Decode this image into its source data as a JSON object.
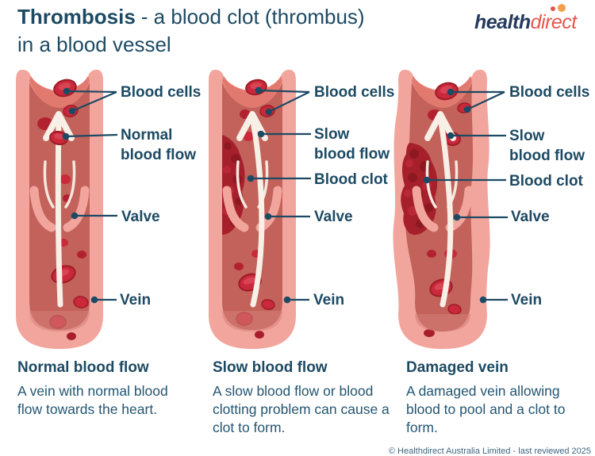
{
  "header": {
    "title_bold": "Thrombosis",
    "title_rest": "- a blood clot (thrombus)",
    "title_line2": "in a blood vessel",
    "logo_health": "health",
    "logo_direct": "direct"
  },
  "colors": {
    "text": "#1d4a63",
    "vein_outer_wall": "#F2A59D",
    "vein_inner_wall": "#E2796E",
    "vein_lumen": "#C2625A",
    "blood_cell": "#C9293A",
    "blood_clot": "#A6202C",
    "flow_arrow": "#F8EFE6",
    "logo_navy": "#24395B",
    "logo_red": "#E4574D",
    "logo_orange": "#F2A04C"
  },
  "diagrams": [
    {
      "labels": {
        "blood_cells": "Blood cells",
        "flow_1": "Normal",
        "flow_2": "blood flow",
        "valve": "Valve",
        "vein": "Vein"
      },
      "caption": {
        "title": "Normal blood flow",
        "body": "A vein with normal blood flow towards the heart."
      }
    },
    {
      "labels": {
        "blood_cells": "Blood cells",
        "flow_1": "Slow",
        "flow_2": "blood flow",
        "clot": "Blood clot",
        "valve": "Valve",
        "vein": "Vein"
      },
      "caption": {
        "title": "Slow blood flow",
        "body": "A slow blood flow or blood clotting problem can cause a clot to form."
      }
    },
    {
      "labels": {
        "blood_cells": "Blood cells",
        "flow_1": "Slow",
        "flow_2": "blood flow",
        "clot": "Blood clot",
        "valve": "Valve",
        "vein": "Vein"
      },
      "caption": {
        "title": "Damaged vein",
        "body": "A damaged vein allowing blood to pool and a clot to form."
      }
    }
  ],
  "footer": {
    "copyright": "© Healthdirect Australia Limited - last reviewed 2025"
  }
}
